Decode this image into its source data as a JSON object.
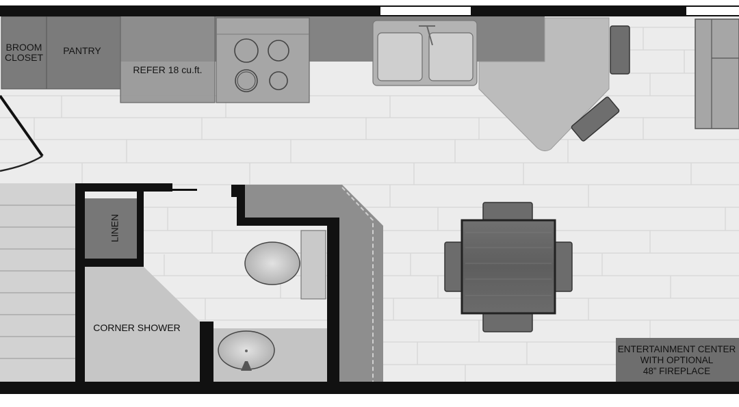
{
  "rooms": {
    "broom_closet": [
      "BROOM",
      "CLOSET"
    ],
    "pantry": "PANTRY",
    "refer": "REFER 18 cu.ft.",
    "linen": "LINEN",
    "corner_shower": "CORNER SHOWER",
    "entertainment": [
      "ENTERTAINMENT CENTER",
      "WITH OPTIONAL",
      "48” FIREPLACE"
    ]
  },
  "colors": {
    "wall": "#111111",
    "floor": "#ececec",
    "plank_line": "#d7d7d7",
    "cabinet": "#7a7a7a",
    "counter": "#8c8c8c",
    "fixture_light": "#bdbdbd",
    "furniture": "#6a6a6a",
    "window": "#ffffff"
  }
}
